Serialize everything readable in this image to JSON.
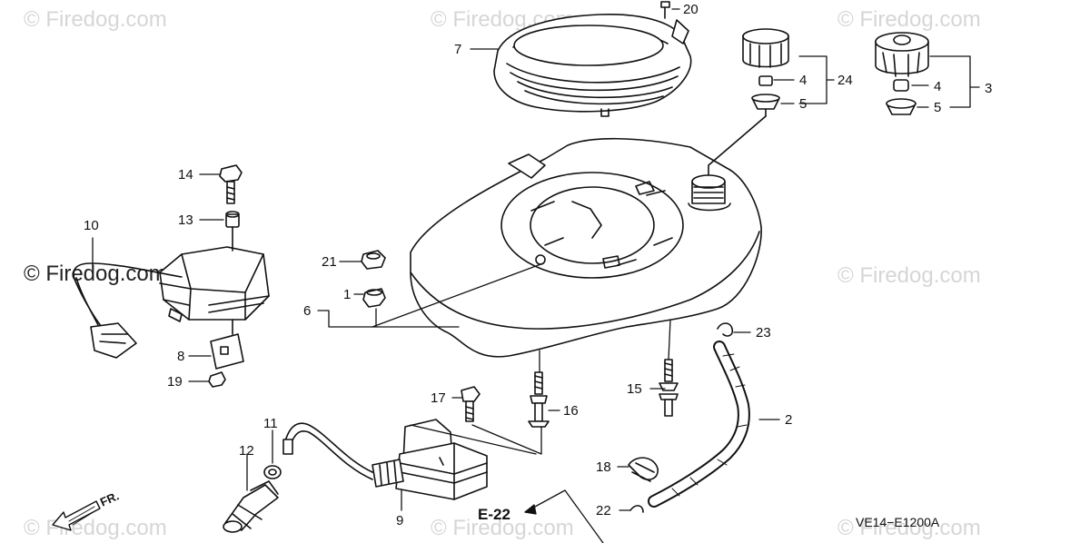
{
  "watermark": "© Firedog.com",
  "callouts": {
    "c1": "1",
    "c2": "2",
    "c3": "3",
    "c4a": "4",
    "c4b": "4",
    "c5a": "5",
    "c5b": "5",
    "c6": "6",
    "c7": "7",
    "c8": "8",
    "c9": "9",
    "c10": "10",
    "c11": "11",
    "c12": "12",
    "c13": "13",
    "c14": "14",
    "c15": "15",
    "c16": "16",
    "c17": "17",
    "c18": "18",
    "c19": "19",
    "c20": "20",
    "c21": "21",
    "c22": "22",
    "c23": "23",
    "c24": "24"
  },
  "reference": "E-22",
  "direction": "FR.",
  "diagram_code": "VE14−E1200A"
}
